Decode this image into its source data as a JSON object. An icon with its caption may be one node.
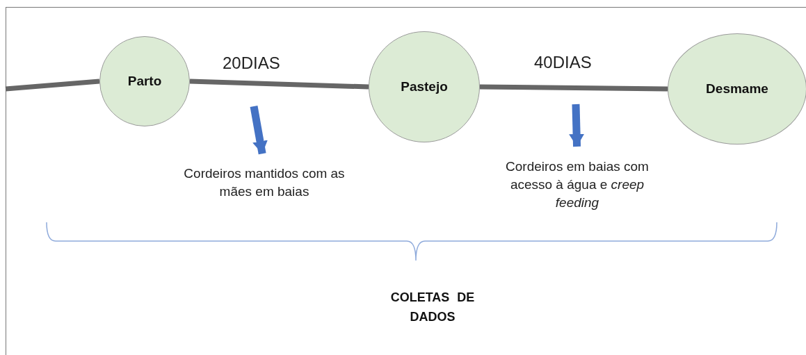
{
  "diagram": {
    "nodes": [
      {
        "text": [
          "Parto"
        ]
      },
      {
        "text": [
          "Pastejo"
        ]
      },
      {
        "text": [
          "Desmame"
        ]
      },
      {
        "text": [
          "Cordeiros mantidos com as mães em baias"
        ]
      },
      {
        "text": [
          "Cordeiros em baias com acesso à água e *creep feeding*"
        ]
      }
    ],
    "edges": [
      {
        "from": null,
        "to": 0,
        "arrow": "none"
      },
      {
        "from": 0,
        "to": 1,
        "arrow": "none",
        "label": "20DIAS"
      },
      {
        "from": 1,
        "to": 2,
        "arrow": "none",
        "label": "40DIAS"
      },
      {
        "from": null,
        "to": 3,
        "arrow": "to",
        "color": "#4472c4"
      },
      {
        "from": null,
        "to": 4,
        "arrow": "to",
        "color": "#4472c4"
      }
    ],
    "labels": [
      "COLETAS DE DADOS"
    ]
  }
}
